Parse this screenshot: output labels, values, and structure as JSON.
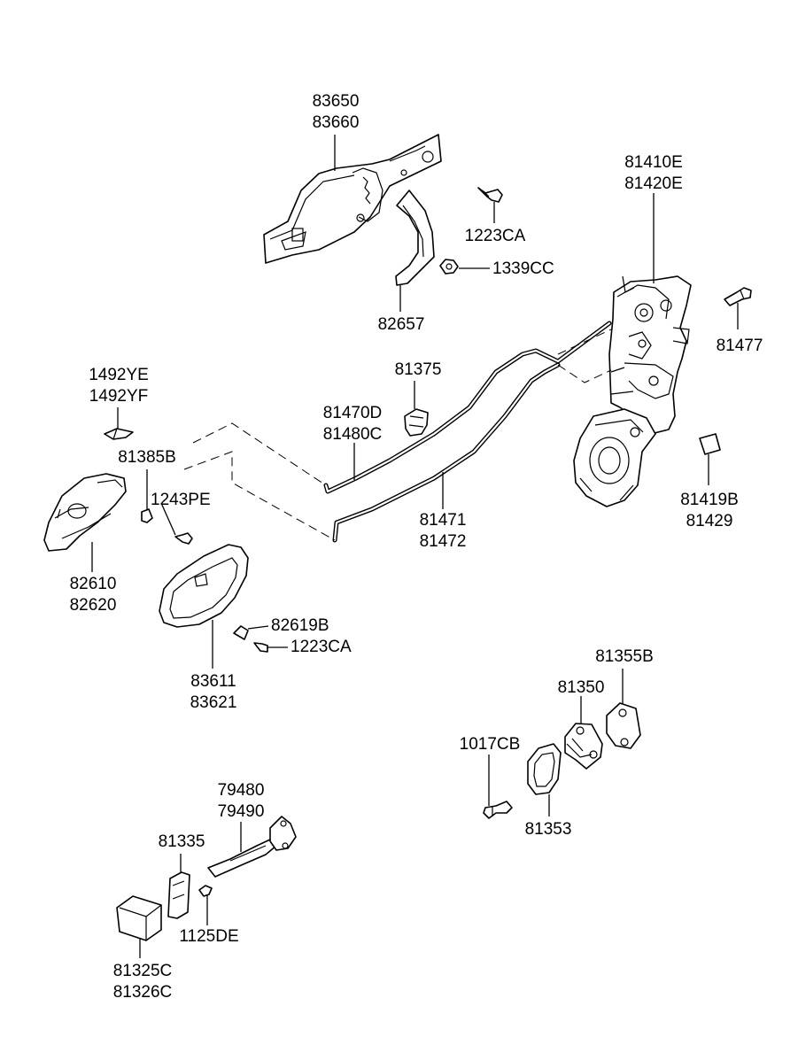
{
  "labels": {
    "l83650": "83650",
    "l83660": "83660",
    "l1223ca_top": "1223CA",
    "l1339cc": "1339CC",
    "l82657": "82657",
    "l81410e": "81410E",
    "l81420e": "81420E",
    "l81477": "81477",
    "l1492ye": "1492YE",
    "l1492yf": "1492YF",
    "l81375": "81375",
    "l81470d": "81470D",
    "l81480c": "81480C",
    "l81385b": "81385B",
    "l1243pe": "1243PE",
    "l81471": "81471",
    "l81472": "81472",
    "l81419b": "81419B",
    "l81429": "81429",
    "l82610": "82610",
    "l82620": "82620",
    "l82619b": "82619B",
    "l1223ca_mid": "1223CA",
    "l83611": "83611",
    "l83621": "83621",
    "l81355b": "81355B",
    "l81350": "81350",
    "l1017cb": "1017CB",
    "l81353": "81353",
    "l79480": "79480",
    "l79490": "79490",
    "l81335": "81335",
    "l1125de": "1125DE",
    "l81325c": "81325C",
    "l81326c": "81326C"
  }
}
